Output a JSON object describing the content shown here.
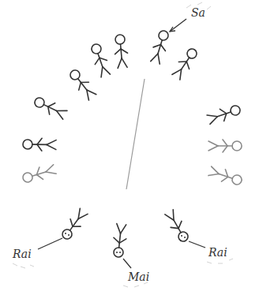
{
  "diagram": {
    "labels": [
      "Sa",
      "Rai",
      "Mai",
      "Rai"
    ]
  }
}
